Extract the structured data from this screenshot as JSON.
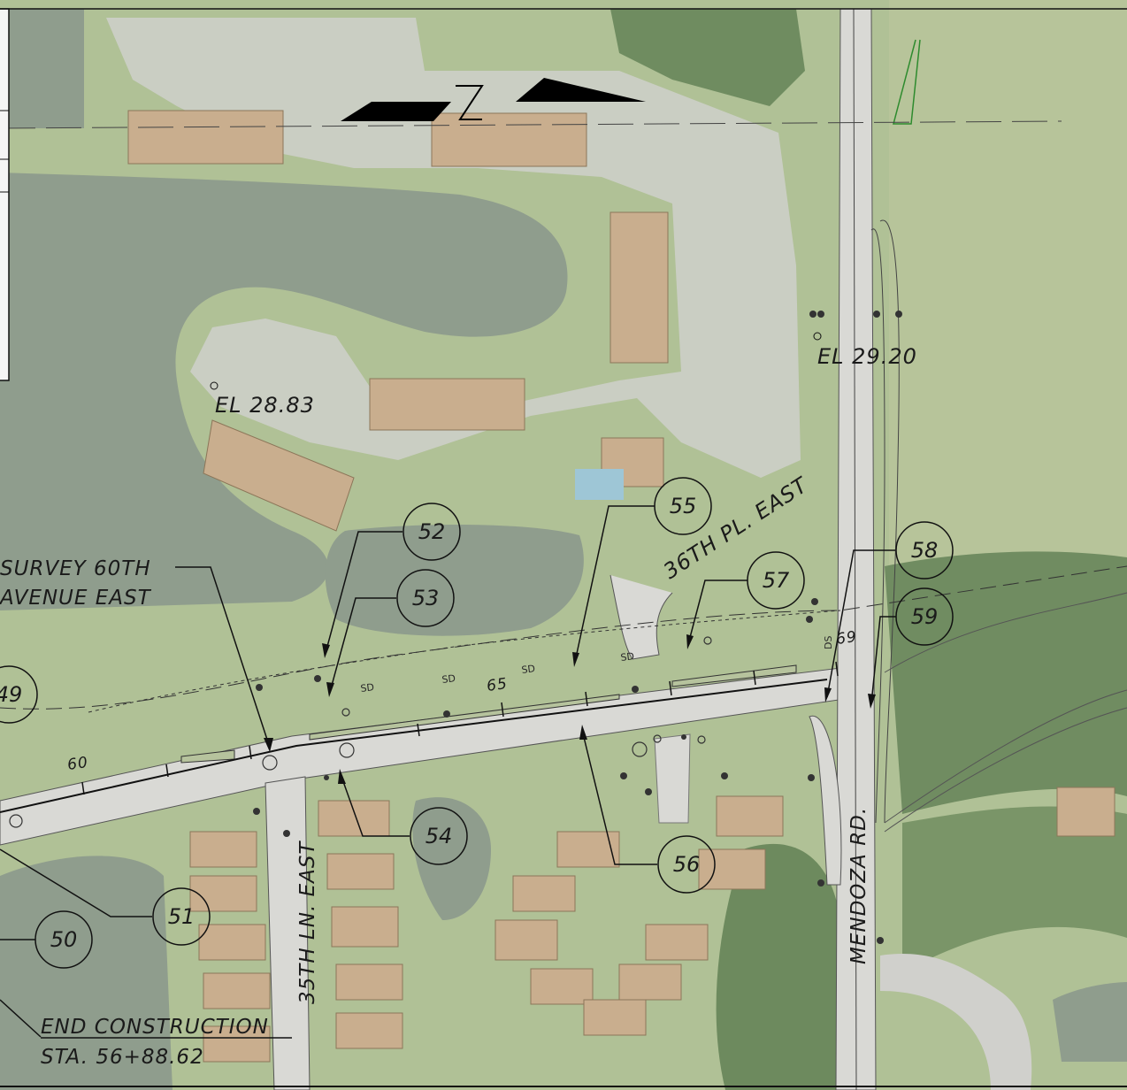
{
  "labels": {
    "el_left": "EL 28.83",
    "el_right": "EL 29.20",
    "survey_line1": "SURVEY 60TH",
    "survey_line2": "AVENUE EAST",
    "street_36th": "36TH PL. EAST",
    "street_35th": "35TH LN. EAST",
    "street_mendoza": "MENDOZA RD.",
    "end_construction": "END CONSTRUCTION",
    "station": "STA. 56+88.62"
  },
  "station_marks": {
    "s60": "60",
    "s65": "65",
    "s69": "69"
  },
  "small_labels": {
    "sd": "SD",
    "ds": "DS"
  },
  "callouts": [
    "49",
    "50",
    "51",
    "52",
    "53",
    "54",
    "55",
    "56",
    "57",
    "58",
    "59"
  ],
  "colors": {
    "grass": "#a9bb8e",
    "water": "#8d9c8c",
    "pavement": "#d7d7d3",
    "roof": "#c7ad8e",
    "trees": "#6d8a5e",
    "ink": "#111111"
  }
}
